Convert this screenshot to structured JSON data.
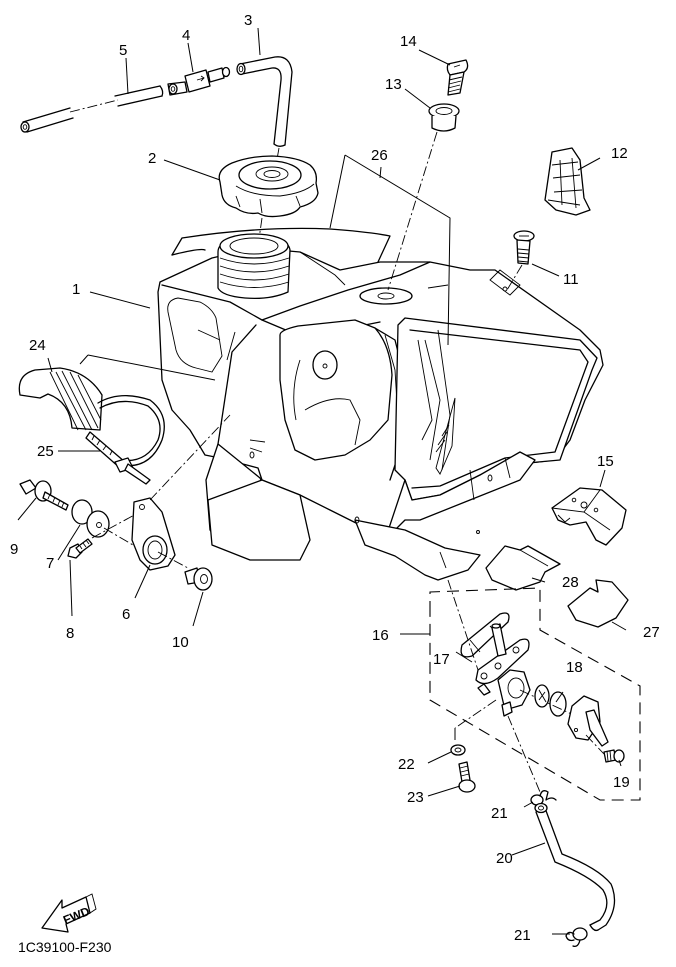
{
  "diagram": {
    "title": "Fuel tank parts diagram",
    "drawing_code": "1C39100-F230",
    "direction_label": "FWD",
    "callouts": [
      {
        "id": "1",
        "part": "fuel-tank"
      },
      {
        "id": "2",
        "part": "fuel-tank-cap"
      },
      {
        "id": "3",
        "part": "breather-hose-bent"
      },
      {
        "id": "4",
        "part": "check-valve"
      },
      {
        "id": "5",
        "part": "breather-hose"
      },
      {
        "id": "6",
        "part": "tank-bracket"
      },
      {
        "id": "7",
        "part": "damper"
      },
      {
        "id": "8",
        "part": "bolt"
      },
      {
        "id": "9",
        "part": "bolt-with-washer"
      },
      {
        "id": "10",
        "part": "collar-bolt"
      },
      {
        "id": "11",
        "part": "screw"
      },
      {
        "id": "12",
        "part": "clip"
      },
      {
        "id": "13",
        "part": "collar"
      },
      {
        "id": "14",
        "part": "countersunk-screw"
      },
      {
        "id": "15",
        "part": "bracket-cover"
      },
      {
        "id": "16",
        "part": "fuel-cock-assembly"
      },
      {
        "id": "17",
        "part": "gasket"
      },
      {
        "id": "18",
        "part": "o-ring"
      },
      {
        "id": "19",
        "part": "screw"
      },
      {
        "id": "20",
        "part": "fuel-hose"
      },
      {
        "id": "21",
        "part": "hose-clip"
      },
      {
        "id": "22",
        "part": "washer"
      },
      {
        "id": "23",
        "part": "drain-screw"
      },
      {
        "id": "24",
        "part": "damper-strip"
      },
      {
        "id": "25",
        "part": "cable-tie"
      },
      {
        "id": "26",
        "part": "graphic-emblem"
      },
      {
        "id": "27",
        "part": "pad"
      },
      {
        "id": "28",
        "part": "pad"
      }
    ],
    "labels": {
      "c1": "1",
      "c2": "2",
      "c3": "3",
      "c4": "4",
      "c5": "5",
      "c6": "6",
      "c7": "7",
      "c8": "8",
      "c9": "9",
      "c10": "10",
      "c11": "11",
      "c12": "12",
      "c13": "13",
      "c14": "14",
      "c15": "15",
      "c16": "16",
      "c17": "17",
      "c18": "18",
      "c19": "19",
      "c20": "20",
      "c21a": "21",
      "c21b": "21",
      "c22": "22",
      "c23": "23",
      "c24": "24",
      "c25": "25",
      "c26": "26",
      "c27": "27",
      "c28": "28"
    }
  }
}
